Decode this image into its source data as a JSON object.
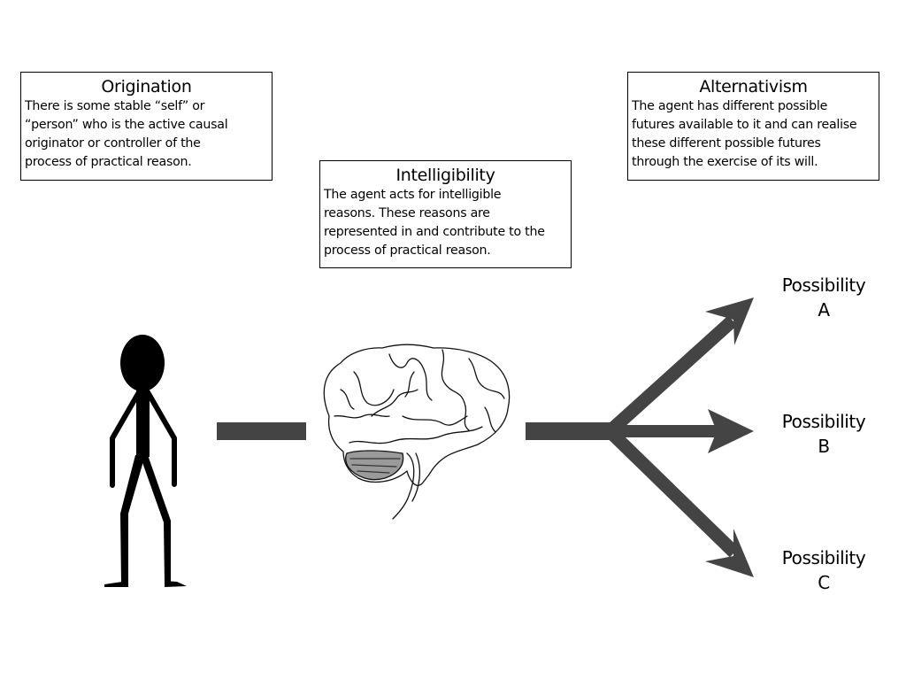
{
  "boxes": {
    "origination": {
      "title": "Origination",
      "lines": [
        "There is some stable “self” or",
        "“person” who is the active causal",
        "originator or controller of the",
        "process of practical reason."
      ]
    },
    "intelligibility": {
      "title": "Intelligibility",
      "lines": [
        "The agent acts for intelligible",
        "reasons. These reasons are",
        "represented in and contribute to the",
        "process of practical reason."
      ]
    },
    "alternativism": {
      "title": "Alternativism",
      "lines": [
        "The agent has different possible",
        "futures available to it and can realise",
        "these different possible futures",
        "through the exercise of its will."
      ]
    }
  },
  "possibilities": [
    {
      "line1": "Possibility",
      "line2": "A"
    },
    {
      "line1": "Possibility",
      "line2": "B"
    },
    {
      "line1": "Possibility",
      "line2": "C"
    }
  ],
  "figures": {
    "person": "stick-figure",
    "brain": "brain-illustration"
  },
  "colors": {
    "arrow": "#444444",
    "figure": "#000000",
    "border": "#000000",
    "background": "#ffffff"
  }
}
